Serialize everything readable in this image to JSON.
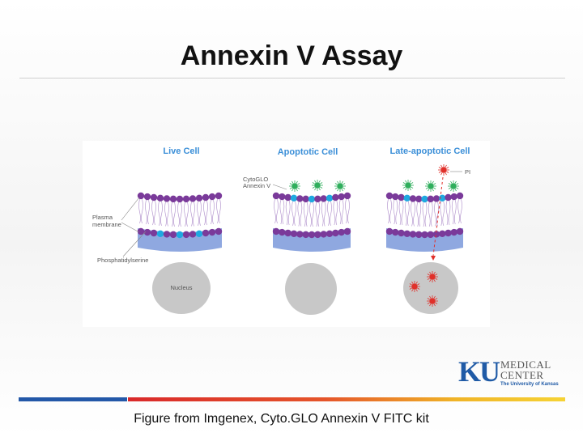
{
  "slide": {
    "title": "Annexin V Assay",
    "caption": "Figure from Imgenex, Cyto.GLO Annexin V FITC kit"
  },
  "figure": {
    "headers": [
      "Live Cell",
      "Apoptotic Cell",
      "Late-apoptotic Cell"
    ],
    "labels": {
      "plasma_membrane": "Plasma membrane",
      "phosphatidylserine": "Phosphatidylserine",
      "nucleus": "Nucleus",
      "cytoglo_annexin": "CytoGLO Annexin V",
      "pi": "PI"
    }
  },
  "logo": {
    "mark": "KU",
    "line1": "MEDICAL",
    "line2": "CENTER",
    "subtitle": "The University of Kansas"
  },
  "colors": {
    "header_blue": "#3b8fd8",
    "lipid_purple": "#7a3a9a",
    "membrane_band": "#8fa8e0",
    "annexin_green": "#2fae5c",
    "pi_red": "#e0302a",
    "ps_cyan": "#1fa8e0",
    "nucleus_gray": "#c8c8c8"
  }
}
